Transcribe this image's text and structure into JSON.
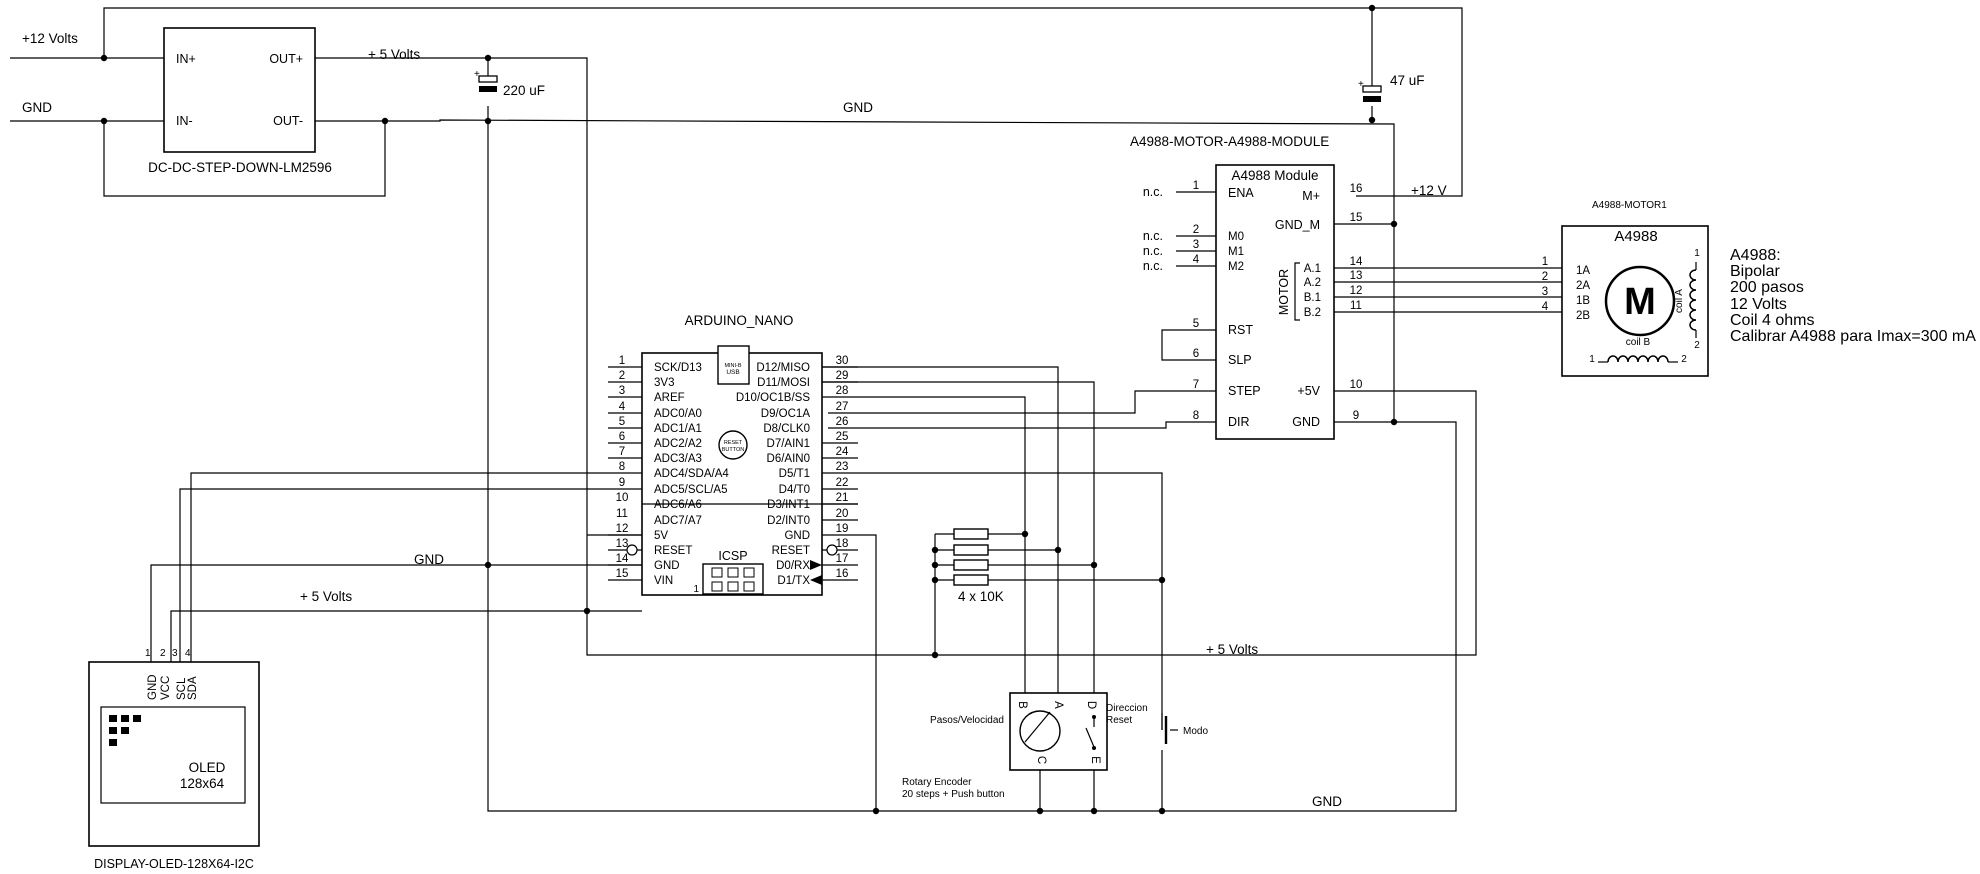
{
  "net_labels": {
    "v12_in": "+12 Volts",
    "gnd_in": "GND",
    "v5_top": "+ 5 Volts",
    "gnd_top": "GND",
    "v12_driver": "+12 V",
    "gnd_nano": "GND",
    "v5_nano": "+ 5 Volts",
    "v5_bottom": "+ 5 Volts",
    "gnd_bottom": "GND"
  },
  "buck": {
    "name": "DC-DC-STEP-DOWN-LM2596",
    "pins": {
      "in_plus": "IN+",
      "in_minus": "IN-",
      "out_plus": "OUT+",
      "out_minus": "OUT-"
    }
  },
  "capacitors": {
    "c1_label": "220 uF",
    "c2_label": "47 uF",
    "polarity": "+"
  },
  "driver": {
    "name": "A4988-MOTOR-A4988-MODULE",
    "title": "A4988 Module",
    "motor_group": "MOTOR",
    "left_pins": [
      {
        "num": "1",
        "label": "ENA",
        "ext": "n.c."
      },
      {
        "num": "2",
        "label": "M0",
        "ext": "n.c."
      },
      {
        "num": "3",
        "label": "M1",
        "ext": "n.c."
      },
      {
        "num": "4",
        "label": "M2",
        "ext": "n.c."
      },
      {
        "num": "5",
        "label": "RST"
      },
      {
        "num": "6",
        "label": "SLP"
      },
      {
        "num": "7",
        "label": "STEP"
      },
      {
        "num": "8",
        "label": "DIR"
      }
    ],
    "right_pins": [
      {
        "num": "16",
        "label": "M+"
      },
      {
        "num": "15",
        "label": "GND_M"
      },
      {
        "num": "14",
        "label": "A.1"
      },
      {
        "num": "13",
        "label": "A.2"
      },
      {
        "num": "12",
        "label": "B.1"
      },
      {
        "num": "11",
        "label": "B.2"
      },
      {
        "num": "10",
        "label": "+5V"
      },
      {
        "num": "9",
        "label": "GND"
      }
    ]
  },
  "motor": {
    "name": "A4988-MOTOR1",
    "title": "A4988",
    "symbol": "M",
    "coil_a": "coil A",
    "coil_b": "coil B",
    "pins": [
      {
        "num": "1",
        "label": "1A"
      },
      {
        "num": "2",
        "label": "2A"
      },
      {
        "num": "3",
        "label": "1B"
      },
      {
        "num": "4",
        "label": "2B"
      }
    ],
    "coil_a_pin_top": "1",
    "coil_a_pin_bottom": "2",
    "coil_b_pin_left": "1",
    "coil_b_pin_right": "2",
    "notes": [
      "A4988:",
      "Bipolar",
      "200 pasos",
      "12 Volts",
      "Coil 4 ohms",
      "Calibrar A4988 para Imax=300 mA"
    ]
  },
  "nano": {
    "name": "ARDUINO_NANO",
    "usb_label": [
      "MINI-B",
      "USB"
    ],
    "reset_button": [
      "RESET",
      "BUTTON"
    ],
    "icsp": "ICSP",
    "icsp_pin1": "1",
    "left_pins": [
      {
        "num": "1",
        "label": "SCK/D13"
      },
      {
        "num": "2",
        "label": "3V3"
      },
      {
        "num": "3",
        "label": "AREF"
      },
      {
        "num": "4",
        "label": "ADC0/A0"
      },
      {
        "num": "5",
        "label": "ADC1/A1"
      },
      {
        "num": "6",
        "label": "ADC2/A2"
      },
      {
        "num": "7",
        "label": "ADC3/A3"
      },
      {
        "num": "8",
        "label": "ADC4/SDA/A4"
      },
      {
        "num": "9",
        "label": "ADC5/SCL/A5"
      },
      {
        "num": "10",
        "label": "ADC6/A6"
      },
      {
        "num": "11",
        "label": "ADC7/A7"
      },
      {
        "num": "12",
        "label": "5V"
      },
      {
        "num": "13",
        "label": "RESET"
      },
      {
        "num": "14",
        "label": "GND"
      },
      {
        "num": "15",
        "label": "VIN"
      }
    ],
    "right_pins": [
      {
        "num": "30",
        "label": "D12/MISO"
      },
      {
        "num": "29",
        "label": "D11/MOSI"
      },
      {
        "num": "28",
        "label": "D10/OC1B/SS"
      },
      {
        "num": "27",
        "label": "D9/OC1A"
      },
      {
        "num": "26",
        "label": "D8/CLK0"
      },
      {
        "num": "25",
        "label": "D7/AIN1"
      },
      {
        "num": "24",
        "label": "D6/AIN0"
      },
      {
        "num": "23",
        "label": "D5/T1"
      },
      {
        "num": "22",
        "label": "D4/T0"
      },
      {
        "num": "21",
        "label": "D3/INT1"
      },
      {
        "num": "20",
        "label": "D2/INT0"
      },
      {
        "num": "19",
        "label": "GND"
      },
      {
        "num": "18",
        "label": "RESET"
      },
      {
        "num": "17",
        "label": "D0/RX"
      },
      {
        "num": "16",
        "label": "D1/TX"
      }
    ]
  },
  "resistors": {
    "label": "4 x 10K"
  },
  "encoder": {
    "label_left": "Pasos/Velocidad",
    "label_right": [
      "Direccion",
      "Reset"
    ],
    "pins": {
      "a": "A",
      "b": "B",
      "c": "C",
      "d": "D",
      "e": "E"
    },
    "description": [
      "Rotary Encoder",
      "20 steps + Push button"
    ]
  },
  "button": {
    "label": "Modo"
  },
  "oled": {
    "name": "DISPLAY-OLED-128X64-I2C",
    "title": "OLED",
    "size": "128x64",
    "pins": [
      {
        "num": "1",
        "label": "GND"
      },
      {
        "num": "2",
        "label": "VCC"
      },
      {
        "num": "3",
        "label": "SCL"
      },
      {
        "num": "4",
        "label": "SDA"
      }
    ]
  }
}
